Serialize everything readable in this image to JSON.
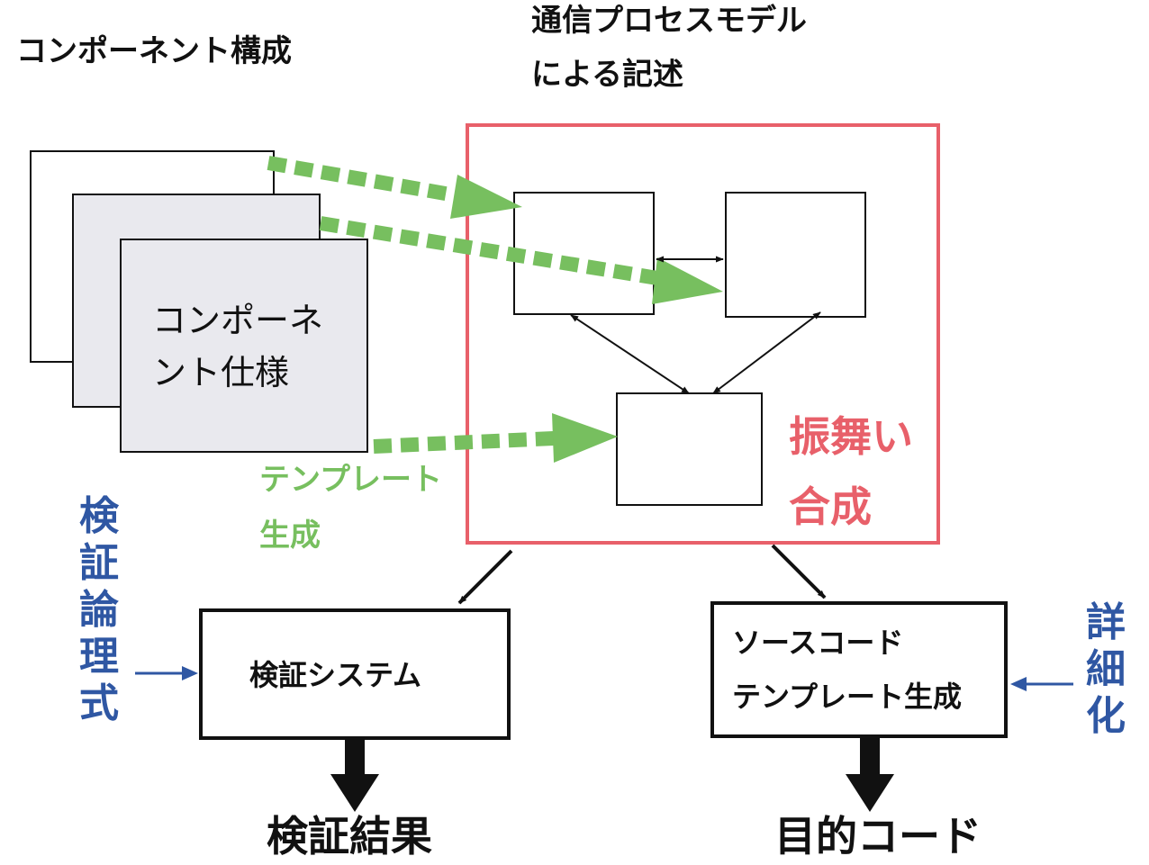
{
  "headings": {
    "component_config": "コンポーネント構成",
    "model_line1": "通信プロセスモデル",
    "model_line2": "による記述"
  },
  "component_spec": {
    "line1": "コンポーネ",
    "line2": "ント仕様"
  },
  "template_gen": {
    "line1": "テンプレート",
    "line2": "生成"
  },
  "behavior_synthesis": {
    "line1": "振舞い",
    "line2": "合成"
  },
  "verification_logic": [
    "検",
    "証",
    "論",
    "理",
    "式"
  ],
  "refinement": [
    "詳",
    "細",
    "化"
  ],
  "verification_system": "検証システム",
  "source_template": {
    "line1": "ソースコード",
    "line2": "テンプレート生成"
  },
  "verification_result": "検証結果",
  "target_code": "目的コード",
  "colors": {
    "green": "#77bf5f",
    "red": "#e8606a",
    "blue": "#2f57a3",
    "stack_gray": "#e9e9ee",
    "black": "#111111"
  }
}
